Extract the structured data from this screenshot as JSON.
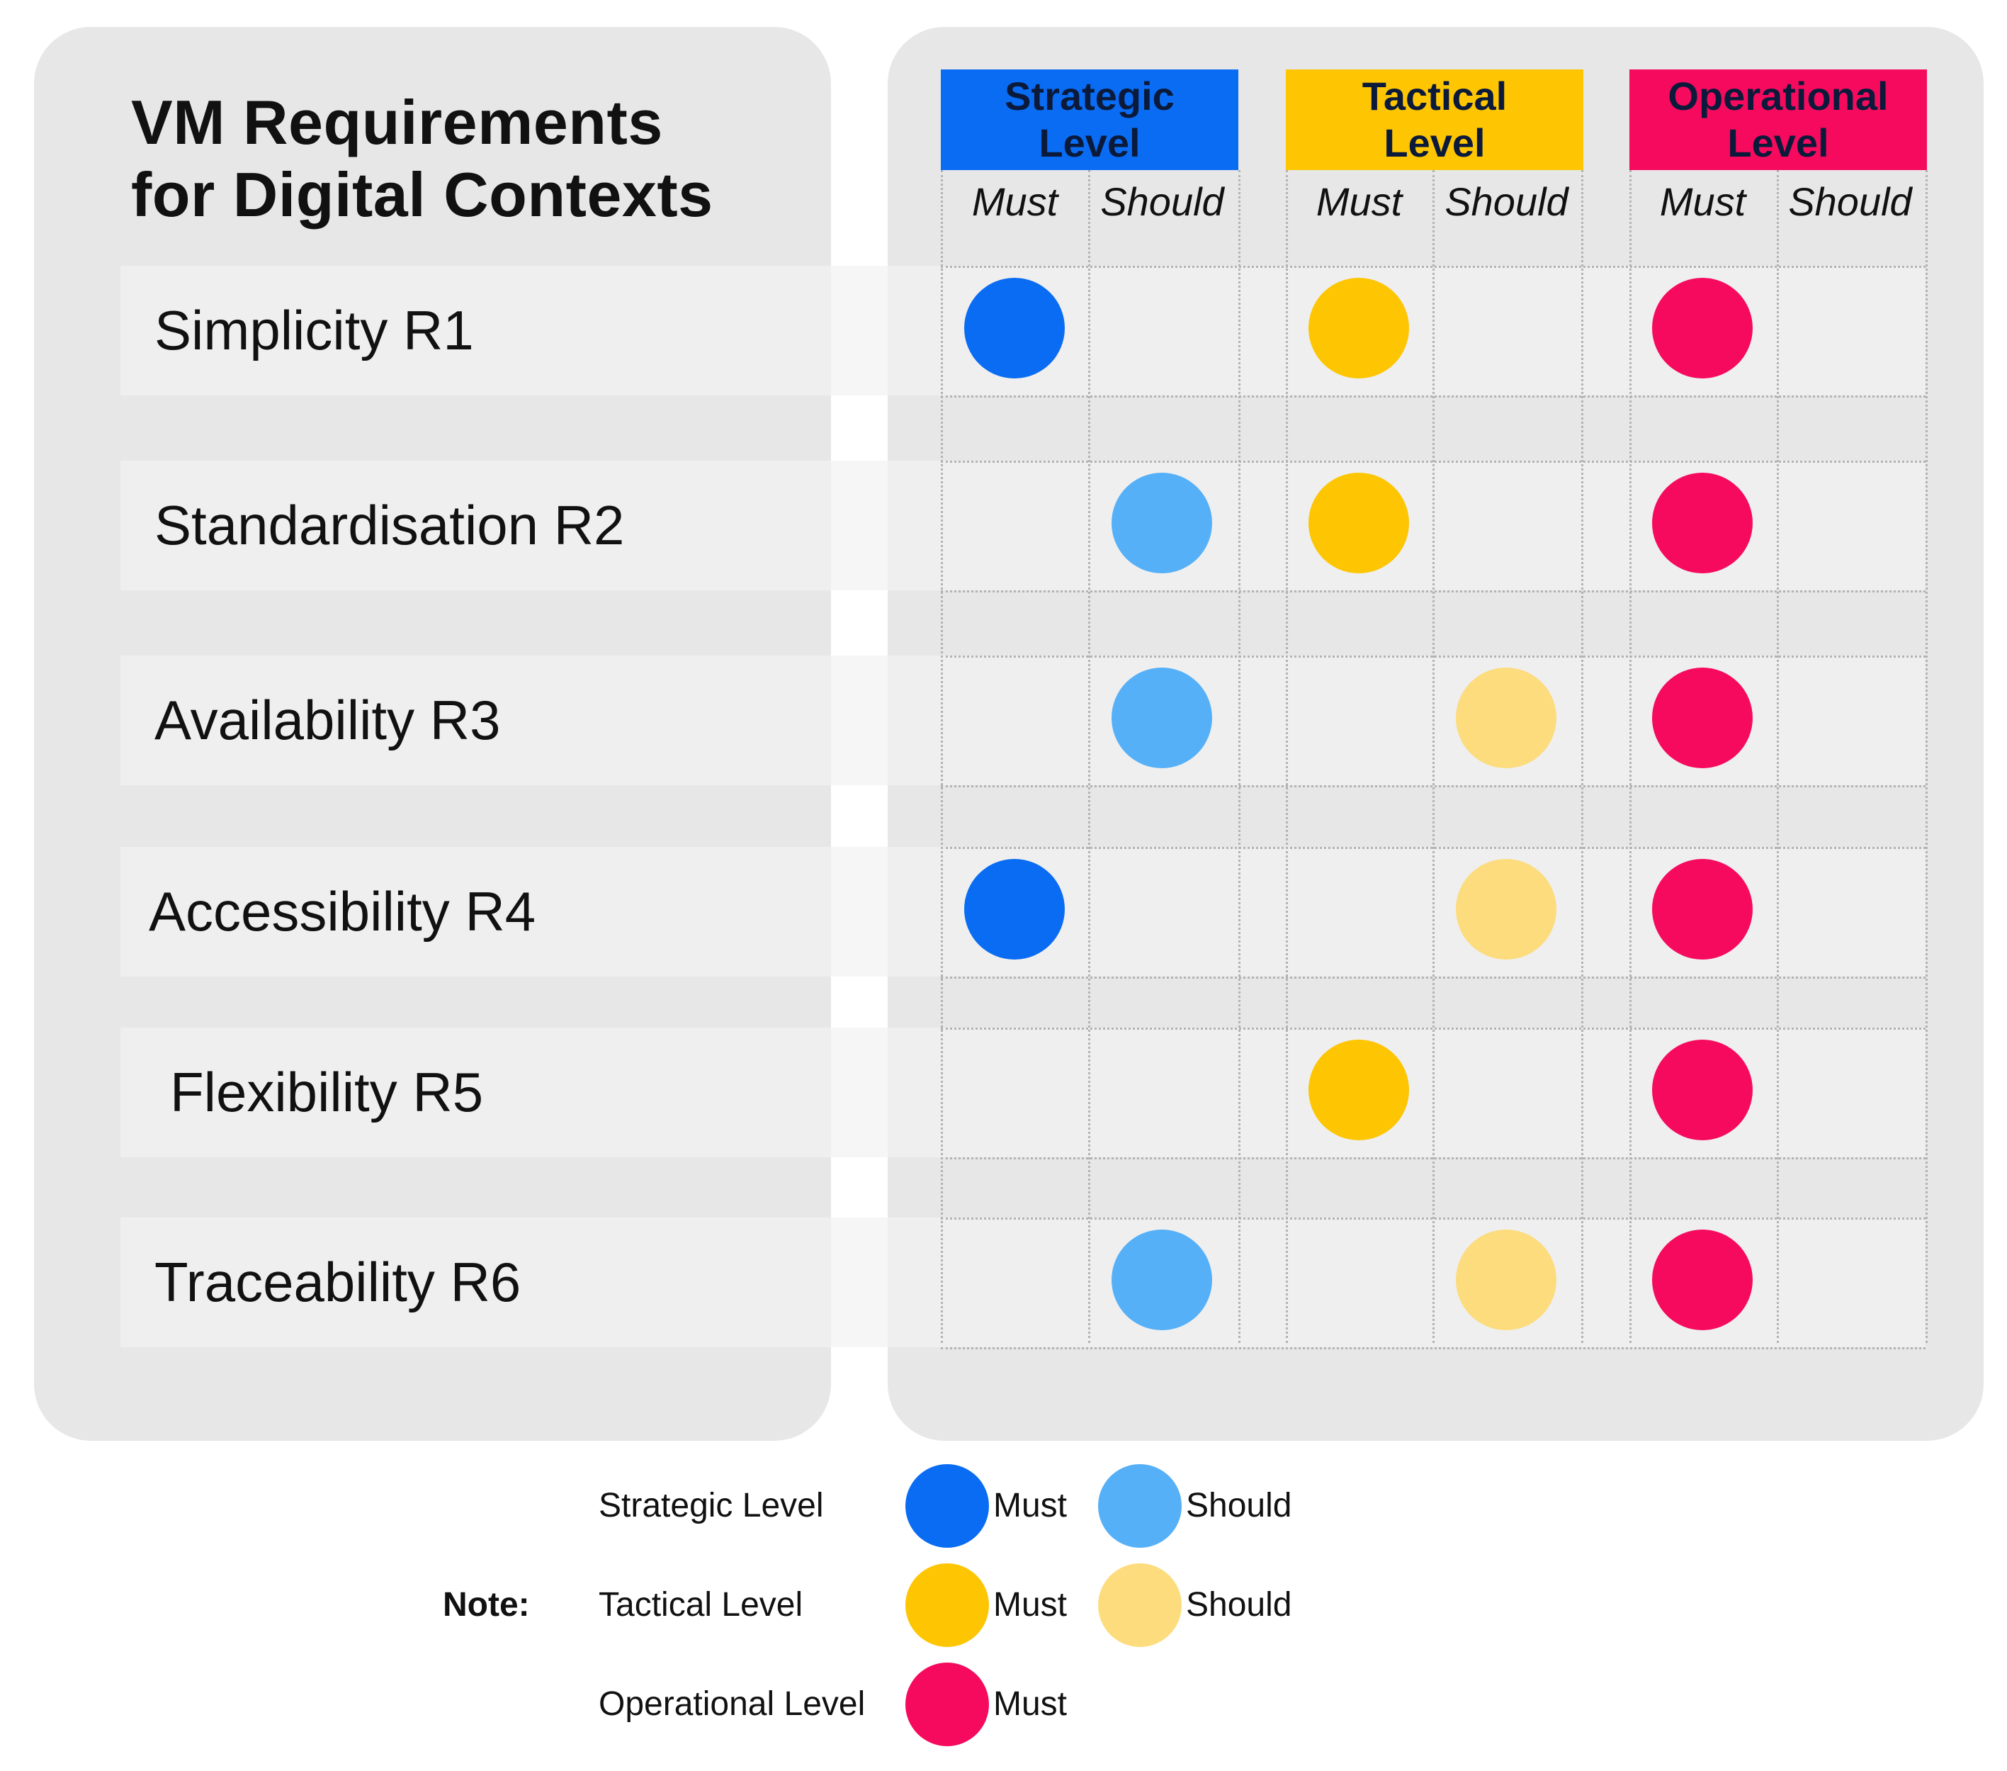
{
  "title_lines": [
    "VM Requirements",
    "for Digital Contexts"
  ],
  "levels": [
    {
      "name_lines": [
        "Strategic",
        "Level"
      ],
      "color": "#0a6cf2",
      "should_color": "#56b0f8"
    },
    {
      "name_lines": [
        "Tactical",
        "Level"
      ],
      "color": "#fdc502",
      "should_color": "#fcdc7d"
    },
    {
      "name_lines": [
        "Operational",
        "Level"
      ],
      "color": "#f60a5e",
      "should_color": "#f60a5e"
    }
  ],
  "sub_headers": [
    "Must",
    "Should"
  ],
  "requirements": [
    {
      "label": "Simplicity R1",
      "marks": [
        "must",
        "",
        "must",
        "",
        "must",
        ""
      ]
    },
    {
      "label": "Standardisation R2",
      "marks": [
        "",
        "should",
        "must",
        "",
        "must",
        ""
      ]
    },
    {
      "label": "Availability R3",
      "marks": [
        "",
        "should",
        "",
        "should",
        "must",
        ""
      ]
    },
    {
      "label": "Accessibility R4",
      "marks": [
        "must",
        "",
        "",
        "should",
        "must",
        ""
      ]
    },
    {
      "label": "Flexibility R5",
      "marks": [
        "",
        "",
        "must",
        "",
        "must",
        ""
      ]
    },
    {
      "label": "Traceability R6",
      "marks": [
        "",
        "should",
        "",
        "should",
        "must",
        ""
      ]
    }
  ],
  "legend": {
    "note_label": "Note:",
    "rows": [
      {
        "label": "Strategic Level",
        "items": [
          {
            "kind": "must",
            "text": "Must"
          },
          {
            "kind": "should",
            "text": "Should"
          }
        ]
      },
      {
        "label": "Tactical Level",
        "items": [
          {
            "kind": "must",
            "text": "Must"
          },
          {
            "kind": "should",
            "text": "Should"
          }
        ]
      },
      {
        "label": "Operational Level",
        "items": [
          {
            "kind": "must",
            "text": "Must"
          }
        ]
      }
    ]
  }
}
